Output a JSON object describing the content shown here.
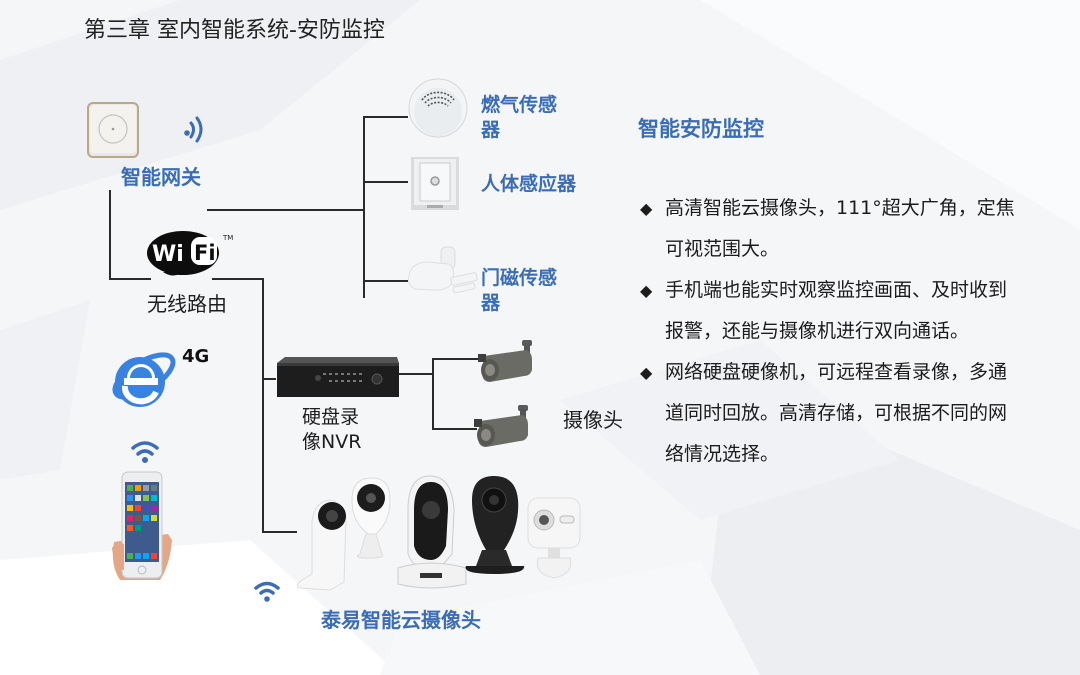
{
  "page": {
    "title": "第三章 室内智能系统-安防监控"
  },
  "diagram": {
    "gateway": {
      "label": "智能网关",
      "icon": "gateway-device-icon",
      "signal_icon": "wireless-signal-icon"
    },
    "router": {
      "label": "无线路由",
      "icon": "wifi-logo-icon",
      "logo_text": "WiFi",
      "tm": "™"
    },
    "internet": {
      "label": "4G",
      "icon": "internet-explorer-icon"
    },
    "phone": {
      "icon": "smartphone-icon",
      "signal_icon": "wifi-signal-icon"
    },
    "sensors": [
      {
        "label_line1": "燃气传感",
        "label_line2": "器",
        "icon": "gas-sensor-icon"
      },
      {
        "label_line1": "人体感应器",
        "label_line2": "",
        "icon": "motion-sensor-icon"
      },
      {
        "label_line1": "门磁传感",
        "label_line2": "器",
        "icon": "door-sensor-icon"
      }
    ],
    "nvr": {
      "label_line1": "硬盘录",
      "label_line2": "像NVR",
      "icon": "nvr-recorder-icon"
    },
    "cameras": {
      "label": "摄像头",
      "icon": "bullet-camera-icon"
    },
    "cloud_cameras": {
      "label": "泰易智能云摄像头",
      "icon": "cloud-camera-icon",
      "signal_icon": "wifi-signal-icon"
    }
  },
  "content": {
    "section_title": "智能安防监控",
    "bullet_marker": "◆",
    "bullets": [
      {
        "line1": "高清智能云摄像头，111°超大广角，定焦",
        "line2": "可视范围大。",
        "line3": ""
      },
      {
        "line1": "手机端也能实时观察监控画面、及时收到",
        "line2": "报警，还能与摄像机进行双向通话。",
        "line3": ""
      },
      {
        "line1": "网络硬盘硬像机，可远程查看录像，多通",
        "line2": "道同时回放。高清存储，可根据不同的网",
        "line3": "络情况选择。"
      }
    ]
  },
  "colors": {
    "accent_blue": "#3a6db5",
    "text_dark": "#1e1e1e",
    "line": "#2a2a2a",
    "background": "#f4f5f8"
  }
}
